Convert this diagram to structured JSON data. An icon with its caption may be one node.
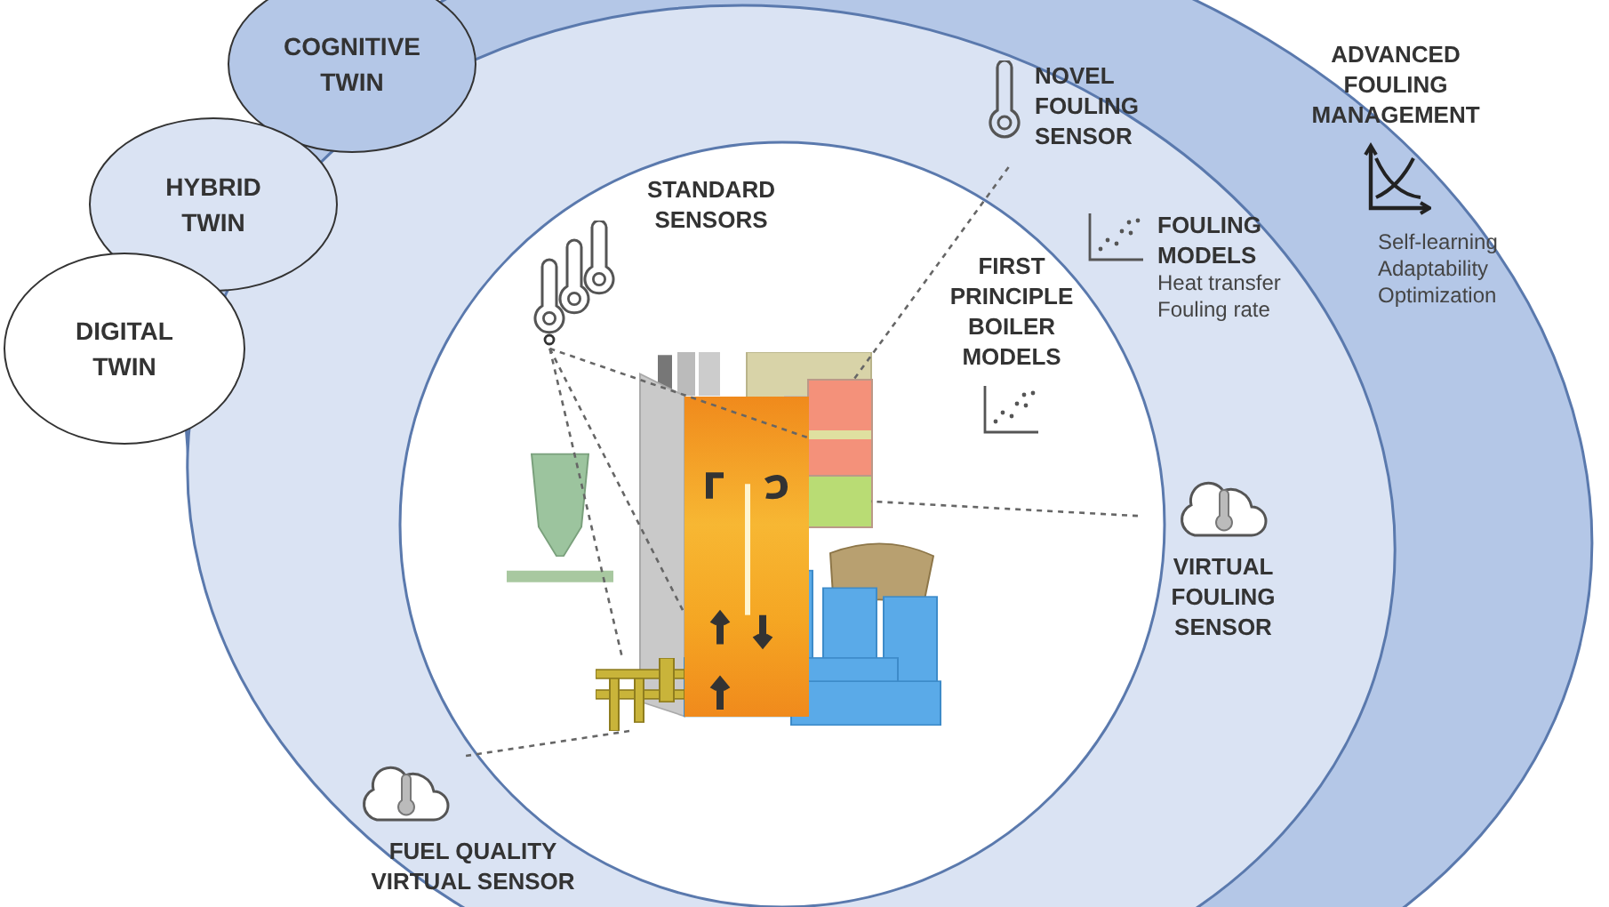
{
  "diagram": {
    "nodes": [
      {
        "text": [
          "COGNITIVE TWIN"
        ]
      },
      {
        "text": [
          "HYBRID TWIN"
        ]
      },
      {
        "text": [
          "DIGITAL TWIN"
        ]
      },
      {
        "text": [
          "NOVEL FOULING SENSOR"
        ]
      },
      {
        "text": [
          "ADVANCED FOULING MANAGEMENT",
          "Self-learning Adaptability Optimization"
        ]
      },
      {
        "text": [
          "STANDARD SENSORS"
        ]
      },
      {
        "text": [
          "FIRST PRINCIPLE BOILER MODELS"
        ]
      },
      {
        "text": [
          "FOULING MODELS",
          "Heat transfer Fouling rate"
        ]
      },
      {
        "text": [
          "VIRTUAL FOULING SENSOR"
        ]
      },
      {
        "text": [
          "FUEL QUALITY VIRTUAL SENSOR"
        ]
      },
      {
        "text": [],
        "shape": "picture"
      },
      {
        "text": [],
        "shape": "box",
        "in": 10
      },
      {
        "text": [],
        "shape": "box",
        "in": 10
      },
      {
        "text": [],
        "shape": "picture",
        "in": 10
      },
      {
        "text": [],
        "shape": "picture",
        "in": 10
      }
    ],
    "edges": [
      {
        "from": 3,
        "to": 11,
        "arrow": "none",
        "style": "dashed"
      },
      {
        "from": 5,
        "to": 11,
        "arrow": "none",
        "style": "dashed"
      },
      {
        "from": 5,
        "to": 13,
        "arrow": "none",
        "style": "dashed"
      },
      {
        "from": 5,
        "to": 14,
        "arrow": "none",
        "style": "dashed"
      },
      {
        "from": 8,
        "to": 12,
        "arrow": "none",
        "style": "dashed"
      },
      {
        "from": 9,
        "to": 14,
        "arrow": "none",
        "style": "dashed"
      }
    ]
  }
}
